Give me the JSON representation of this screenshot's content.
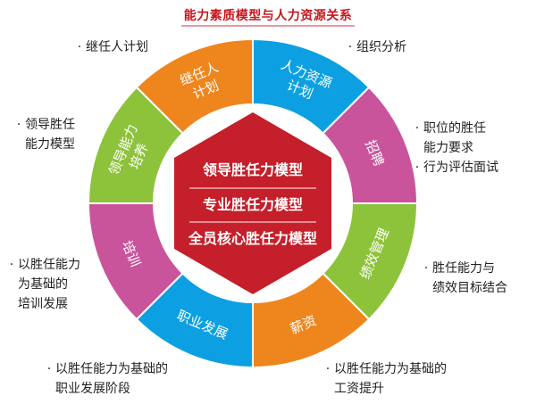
{
  "title": "能力素质模型与人力资源关系",
  "colors": {
    "title": "#c8161e",
    "hexagon": "#c41f2a",
    "orange": "#ee861d",
    "blue": "#0ca0e3",
    "pink": "#c9549b",
    "green": "#8dc33b"
  },
  "center": {
    "items": [
      "领导胜任力模型",
      "专业胜任力模型",
      "全员核心胜任力模型"
    ]
  },
  "segments": [
    {
      "id": "succession",
      "lines": [
        "继任人",
        "计划"
      ],
      "color": "#ee861d"
    },
    {
      "id": "hr-planning",
      "lines": [
        "人力资源",
        "计划"
      ],
      "color": "#0ca0e3"
    },
    {
      "id": "recruitment",
      "lines": [
        "招聘"
      ],
      "color": "#c9549b"
    },
    {
      "id": "performance",
      "lines": [
        "绩效管理"
      ],
      "color": "#8dc33b"
    },
    {
      "id": "compensation",
      "lines": [
        "薪资"
      ],
      "color": "#ee861d"
    },
    {
      "id": "career",
      "lines": [
        "职业发展"
      ],
      "color": "#0ca0e3"
    },
    {
      "id": "training",
      "lines": [
        "培训"
      ],
      "color": "#c9549b"
    },
    {
      "id": "leadership",
      "lines": [
        "领导能力",
        "培养"
      ],
      "color": "#8dc33b"
    }
  ],
  "notes": {
    "succession": [
      "继任人计划"
    ],
    "hr_planning": [
      "组织分析"
    ],
    "leadership": [
      "领导胜任",
      "能力模型"
    ],
    "recruitment_a": [
      "职位的胜任",
      "能力要求"
    ],
    "recruitment_b": [
      "行为评估面试"
    ],
    "training": [
      "以胜任能力",
      "为基础的",
      "培训发展"
    ],
    "performance": [
      "胜任能力与",
      "绩效目标结合"
    ],
    "career": [
      "以胜任能力为基础的",
      "职业发展阶段"
    ],
    "compensation": [
      "以胜任能力为基础的",
      "工资提升"
    ]
  },
  "bullet": "·"
}
